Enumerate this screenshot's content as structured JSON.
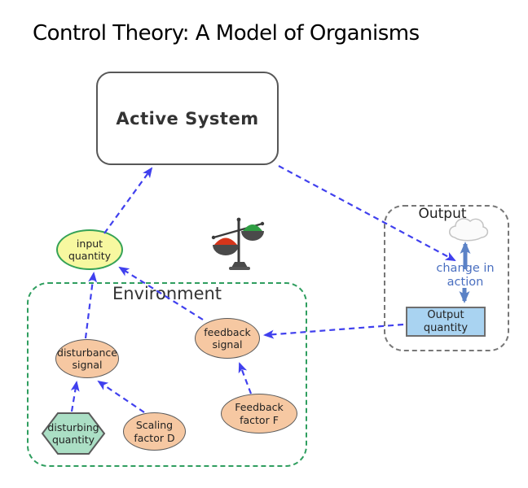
{
  "title": "Control Theory: A Model of Organisms",
  "nodes": {
    "active_system": {
      "label": "Active System"
    },
    "input_quantity": {
      "label": "input\nquantity"
    },
    "environment": {
      "label": "Environment"
    },
    "disturbance_signal": {
      "label": "disturbance\nsignal"
    },
    "feedback_signal": {
      "label": "feedback\nsignal"
    },
    "disturbing_quantity": {
      "label": "disturbing\nquantity"
    },
    "scaling_factor_d": {
      "label": "Scaling\nfactor D"
    },
    "feedback_factor_f": {
      "label": "Feedback\nfactor F"
    },
    "output_region": {
      "label": "Output"
    },
    "output_quantity": {
      "label": "Output\nquantity"
    },
    "change_in_action": {
      "label": "change in\naction"
    }
  },
  "icons": {
    "balance_scale": "balance-scale-icon",
    "cloud": "cloud-icon"
  },
  "colors": {
    "dash_blue": "#4040ee",
    "steel_blue": "#5b82c6",
    "change_text": "#4a6fc0",
    "peach_fill": "#f6c8a2",
    "yellow_fill": "#f7f8a0",
    "yellow_border": "#35a257",
    "mint_fill": "#abdfc5",
    "env_border": "#2f9e5f",
    "output_border": "#777777",
    "node_border": "#5a5a5a",
    "lightblue_fill": "#a9d3f1",
    "scale_red": "#d5351b",
    "scale_green": "#2f9e43",
    "title_color": "#000000"
  }
}
